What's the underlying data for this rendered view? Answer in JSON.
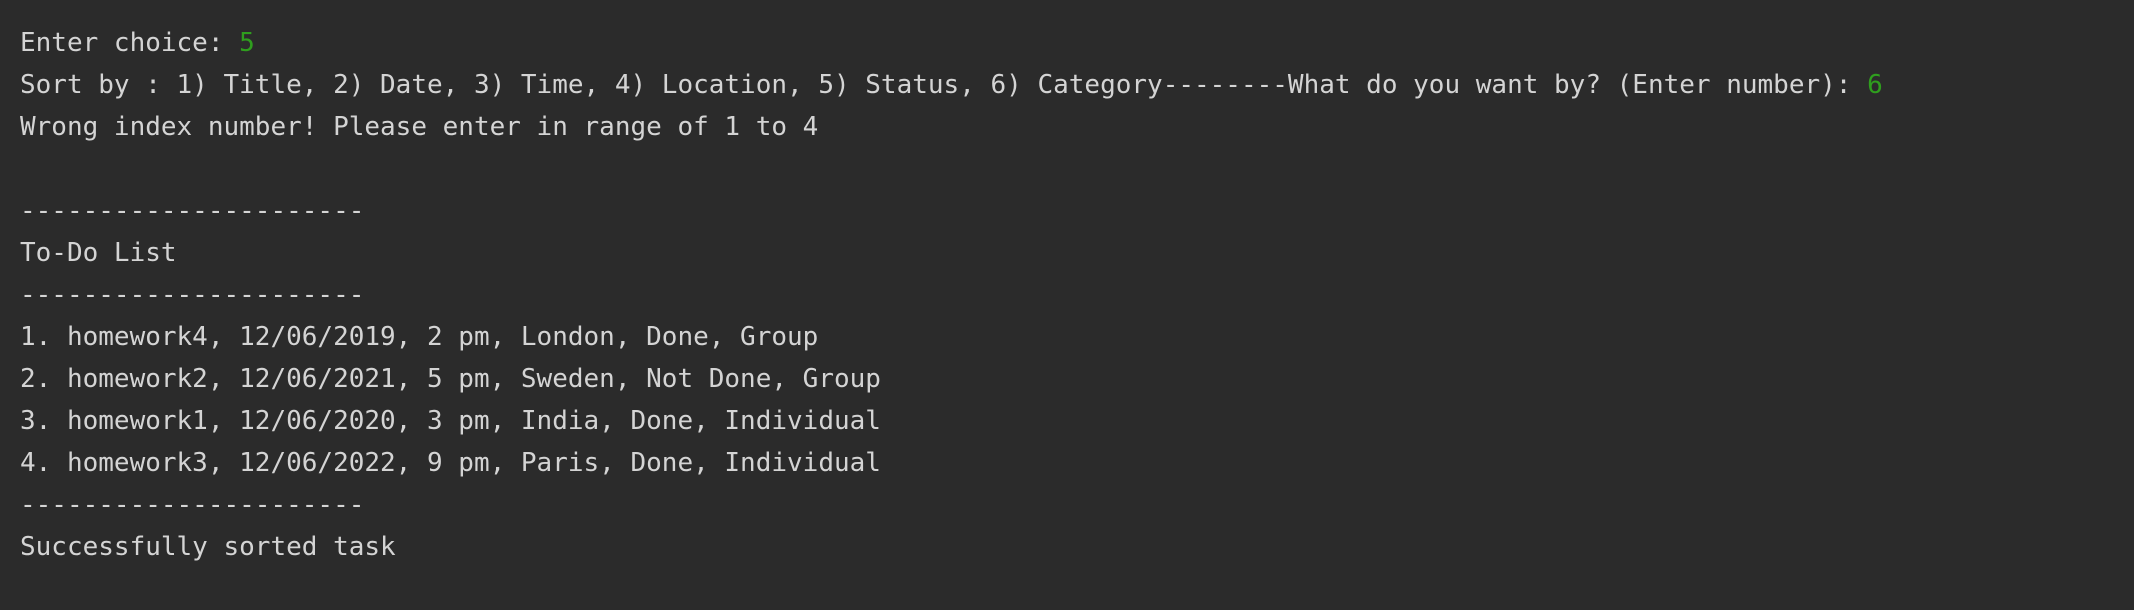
{
  "console": {
    "prompt1": {
      "label": "Enter choice: ",
      "input": "5"
    },
    "prompt2": {
      "label": "Sort by : 1) Title, 2) Date, 3) Time, 4) Location, 5) Status, 6) Category--------What do you want by? (Enter number): ",
      "input": "6"
    },
    "error_message": "Wrong index number! Please enter in range of 1 to 4",
    "divider": "----------------------",
    "list_title": "To-Do List",
    "items": [
      "1. homework4, 12/06/2019, 2 pm, London, Done, Group",
      "2. homework2, 12/06/2021, 5 pm, Sweden, Not Done, Group",
      "3. homework1, 12/06/2020, 3 pm, India, Done, Individual",
      "4. homework3, 12/06/2022, 9 pm, Paris, Done, Individual"
    ],
    "success_message": "Successfully sorted task"
  },
  "colors": {
    "background": "#2b2b2b",
    "text": "#d4d4d4",
    "user_input": "#2f9e1e"
  }
}
